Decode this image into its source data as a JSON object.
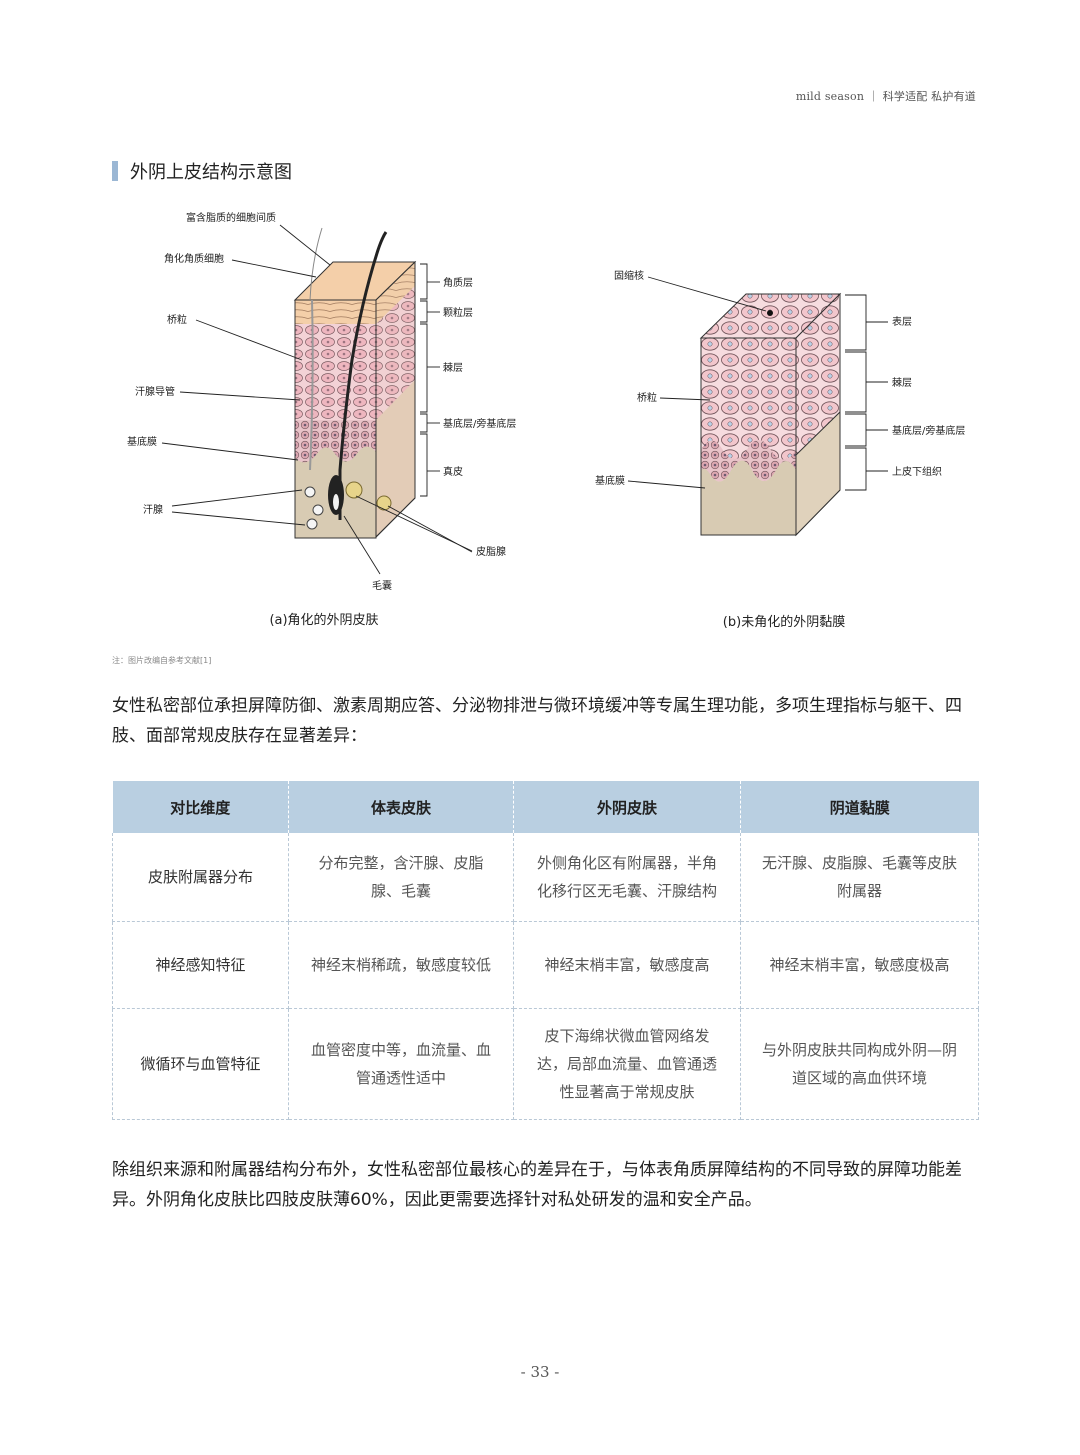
{
  "header": {
    "text": "mild season ｜ 科学适配  私护有道"
  },
  "section": {
    "title": "外阴上皮结构示意图"
  },
  "diagram": {
    "left_caption": "(a)角化的外阴皮肤",
    "right_caption": "(b)未角化的外阴黏膜",
    "left_labels": {
      "lipid": "富含脂质的细胞间质",
      "keratinocyte": "角化角质细胞",
      "desmosome": "桥粒",
      "sweat_duct": "汗腺导管",
      "basement": "基底膜",
      "sweat_gland": "汗腺",
      "follicle": "毛囊",
      "sebaceous": "皮脂腺",
      "stratum_corneum": "角质层",
      "granular": "颗粒层",
      "spinous": "棘层",
      "basal": "基底层/旁基底层",
      "dermis": "真皮"
    },
    "right_labels": {
      "nucleus": "固缩核",
      "desmosome": "桥粒",
      "basement": "基底膜",
      "surface": "表层",
      "spinous": "棘层",
      "basal": "基底层/旁基底层",
      "subepithelial": "上皮下组织"
    }
  },
  "note": {
    "text": "注：图片改编自参考文献[1]"
  },
  "intro": {
    "text": "女性私密部位承担屏障防御、激素周期应答、分泌物排泄与微环境缓冲等专属生理功能，多项生理指标与躯干、四肢、面部常规皮肤存在显著差异："
  },
  "table": {
    "headers": [
      "对比维度",
      "体表皮肤",
      "外阴皮肤",
      "阴道黏膜"
    ],
    "rows": [
      [
        "皮肤附属器分布",
        "分布完整，含汗腺、皮脂腺、毛囊",
        "外侧角化区有附属器，半角化移行区无毛囊、汗腺结构",
        "无汗腺、皮脂腺、毛囊等皮肤附属器"
      ],
      [
        "神经感知特征",
        "神经末梢稀疏，敏感度较低",
        "神经末梢丰富，敏感度高",
        "神经末梢丰富，敏感度极高"
      ],
      [
        "微循环与血管特征",
        "血管密度中等，血流量、血管通透性适中",
        "皮下海绵状微血管网络发达，局部血流量、血管通透性显著高于常规皮肤",
        "与外阴皮肤共同构成外阴—阴道区域的高血供环境"
      ]
    ]
  },
  "conclusion": {
    "text": "除组织来源和附属器结构分布外，女性私密部位最核心的差异在于，与体表角质屏障结构的不同导致的屏障功能差异。外阴角化皮肤比四肢皮肤薄60%，因此更需要选择针对私处研发的温和安全产品。"
  },
  "page_number": "- 33 -",
  "colors": {
    "accent": "#9bb7d4",
    "table_header": "#b9cfe1",
    "cell_pink": "#f2c6cc",
    "dermis": "#d8cbb3"
  }
}
